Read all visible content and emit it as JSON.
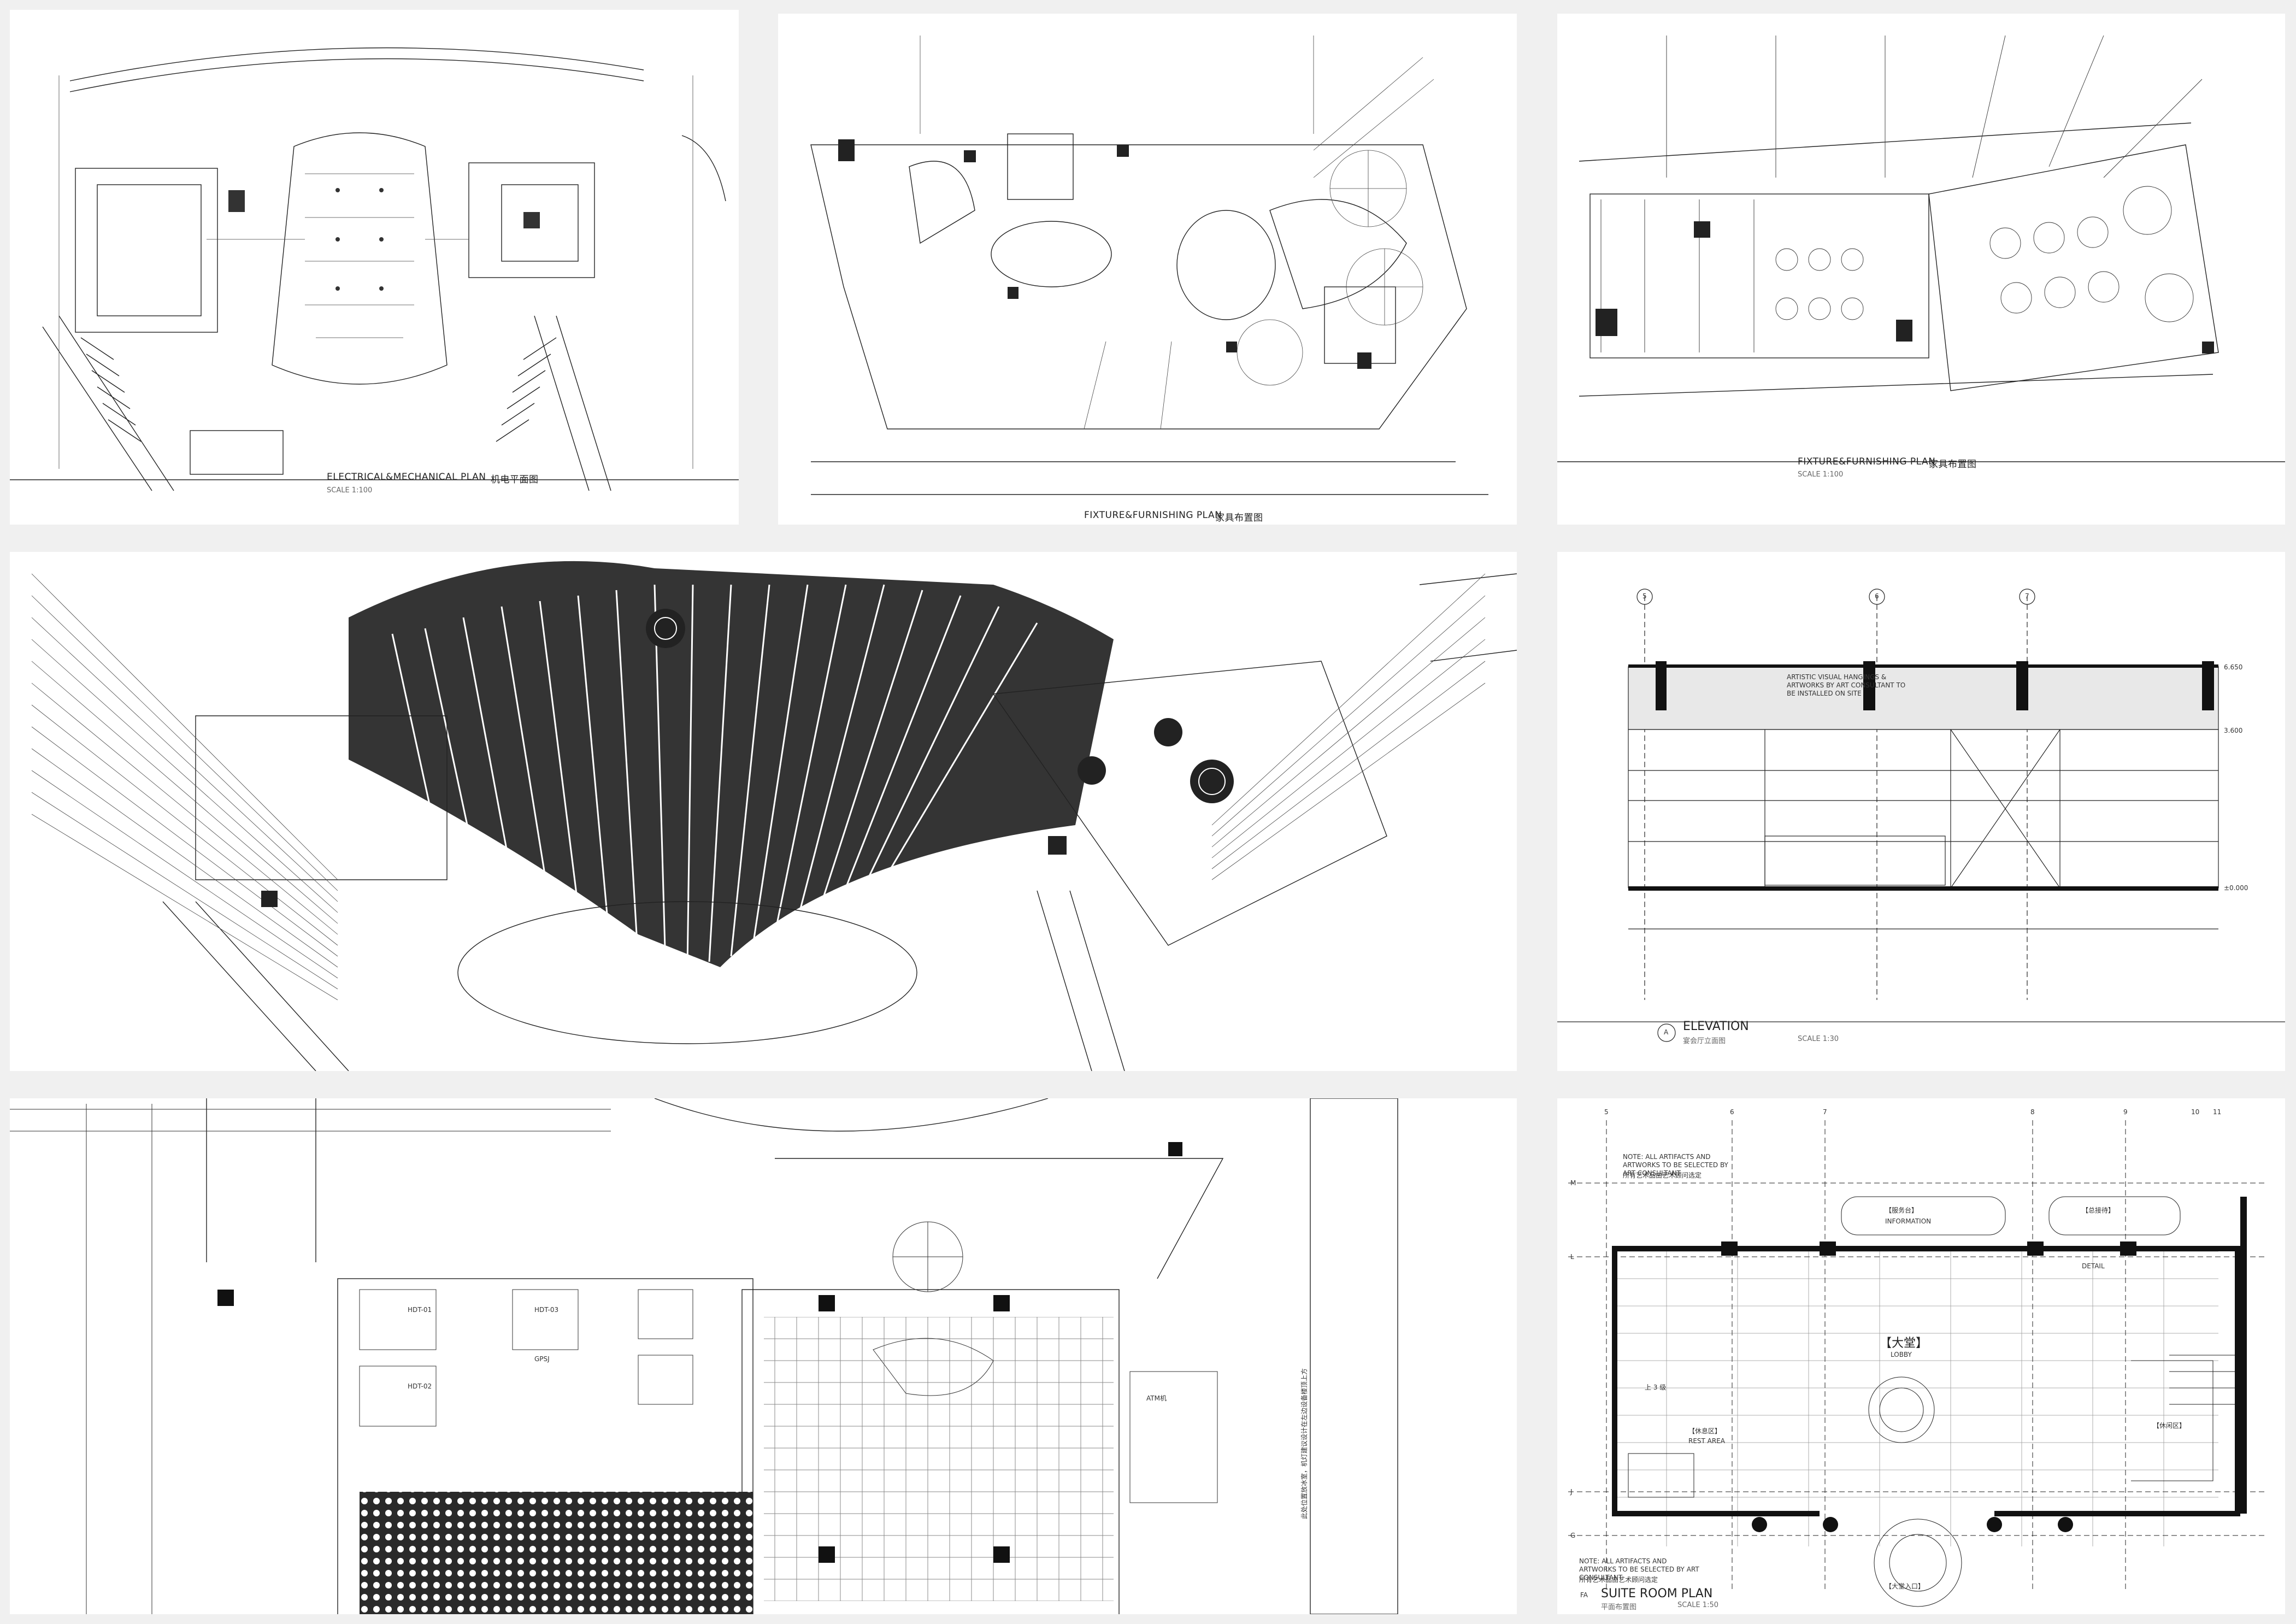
{
  "panels": {
    "p1": {
      "caption_en": "ELECTRICAL&MECHANICAL PLAN",
      "caption_cn": "机电平面图",
      "scale": "SCALE  1:100"
    },
    "p2": {
      "caption_en": "FIXTURE&FURNISHING PLAN",
      "caption_cn": "家具布置图"
    },
    "p3": {
      "caption_en": "FIXTURE&FURNISHING PLAN",
      "caption_cn": "家具布置图",
      "scale": "SCALE  1:100"
    },
    "p5": {
      "grid": [
        "5",
        "6",
        "7"
      ],
      "levels": [
        "6.650",
        "3.600",
        "±0.000"
      ],
      "marker": "A",
      "title_en": "ELEVATION",
      "title_cn": "宴会厅立面图",
      "scale": "SCALE 1:30",
      "note": "ARTISTIC VISUAL HANGINGS & ARTWORKS BY ART CONSULTANT TO BE INSTALLED ON SITE"
    },
    "p7": {
      "grids_x": [
        "5",
        "6",
        "7",
        "8",
        "9",
        "10",
        "11"
      ],
      "grids_y": [
        "M",
        "L",
        "J",
        "G"
      ],
      "rooms": {
        "service": "【服务台】",
        "reception": "【总接待】",
        "lobby_cn": "【大堂】",
        "lobby_en": "LOBBY",
        "rest": "【休息区】",
        "rest_en": "REST AREA",
        "lounge": "【休闲区】",
        "entrance": "【大堂入口】",
        "info": "INFORMATION",
        "detail": "DETAIL"
      },
      "note_top": "NOTE: ALL ARTIFACTS AND ARTWORKS TO BE SELECTED BY ART CONSULTANT",
      "note_top_cn": "所有艺术品由艺术顾问选定",
      "note_bottom": "NOTE: ALL ARTIFACTS AND ARTWORKS TO BE SELECTED BY ART CONSULTANT",
      "note_bottom_cn": "所有艺术品由艺术顾问选定",
      "steps": "上 3 级",
      "marker": "FA",
      "title_en": "SUITE ROOM PLAN",
      "title_cn": "平面布置图",
      "scale": "SCALE 1:50"
    },
    "p6": {
      "rooms": [
        "HDT-01",
        "HDT-02",
        "HDT-03",
        "GPSJ",
        "ATM机"
      ],
      "note": "此处位置放冰室，机灯建议设计在左边设备楼顶上方"
    }
  },
  "colors": {
    "line": "#1a1a1a",
    "bg": "#ffffff",
    "page": "#f0f0f0"
  }
}
